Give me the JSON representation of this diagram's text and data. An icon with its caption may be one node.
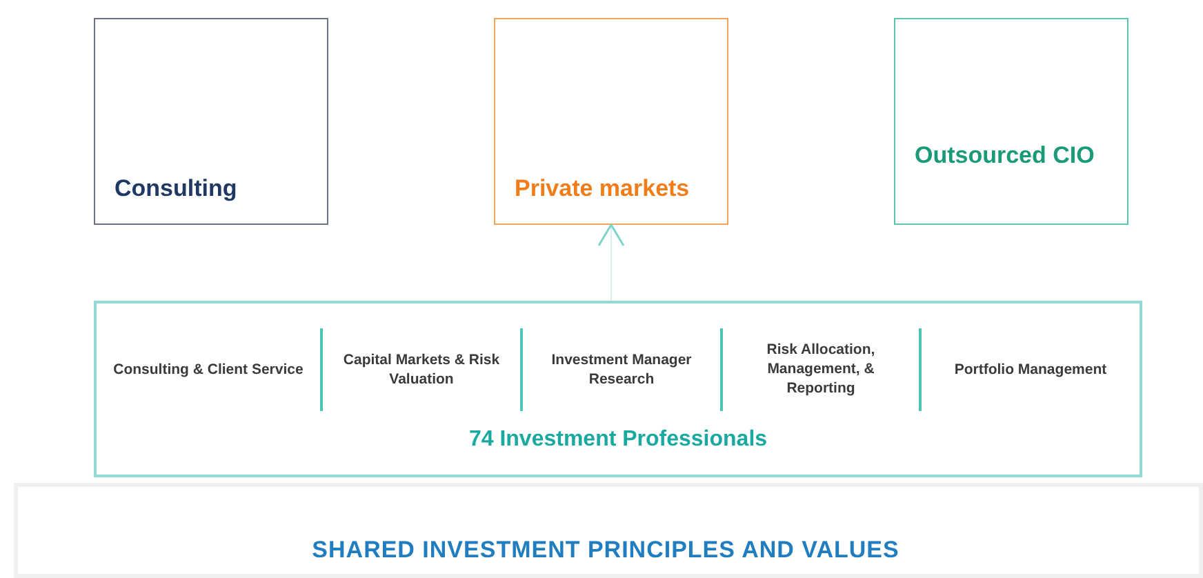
{
  "diagram": {
    "nodes": [
      {
        "text": [
          "Consulting"
        ]
      },
      {
        "text": [
          "Private markets"
        ]
      },
      {
        "text": [
          "Outsourced CIO"
        ]
      },
      {
        "text": [
          "74 Investment Professionals"
        ]
      },
      {
        "text": [
          "Consulting & Client Service"
        ],
        "in": 3
      },
      {
        "text": [
          "Capital Markets & Risk Valuation"
        ],
        "in": 3
      },
      {
        "text": [
          "Investment Manager Research"
        ],
        "in": 3
      },
      {
        "text": [
          "Risk Allocation, Management, & Reporting"
        ],
        "in": 3
      },
      {
        "text": [
          "Portfolio Management"
        ],
        "in": 3
      },
      {
        "text": [
          "SHARED INVESTMENT PRINCIPLES AND VALUES"
        ]
      }
    ],
    "edges": [
      {
        "from": 3,
        "to": 1,
        "arrow": "to"
      }
    ]
  }
}
